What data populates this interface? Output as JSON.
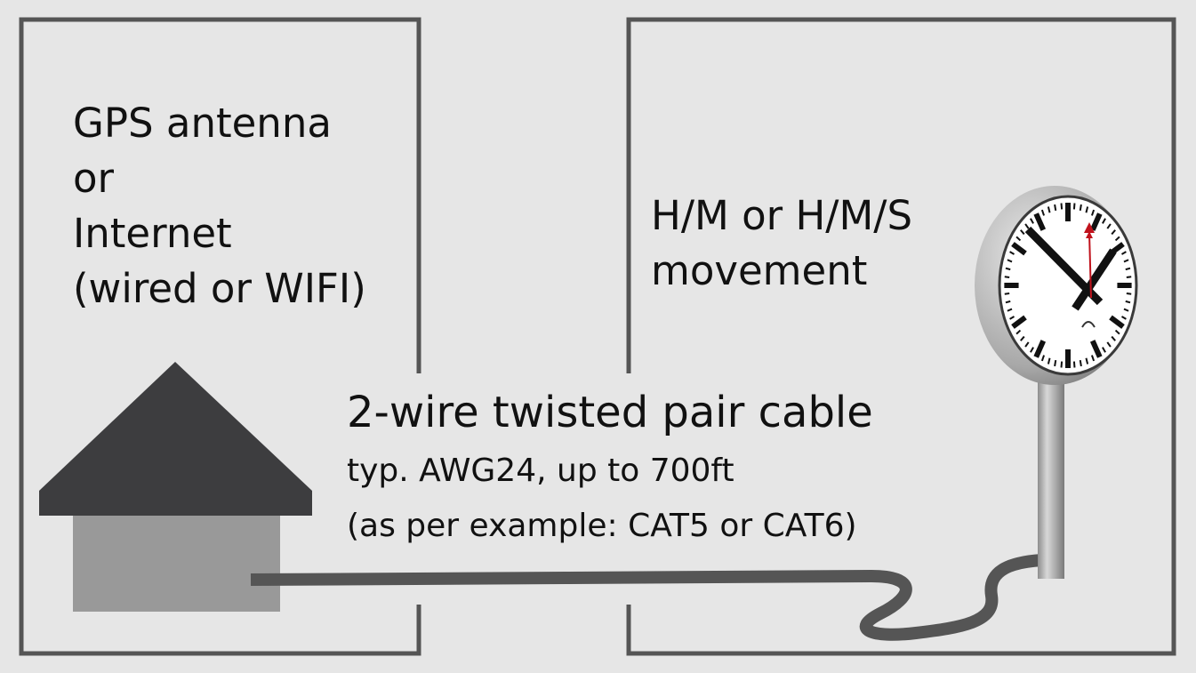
{
  "left_panel": {
    "lines": [
      "GPS antenna",
      "or",
      "Internet",
      "(wired or WIFI)"
    ]
  },
  "right_panel": {
    "lines": [
      "H/M or H/M/S",
      "movement"
    ]
  },
  "cable": {
    "title": "2-wire twisted pair cable",
    "spec": "typ. AWG24, up to 700ft",
    "example": "(as per example: CAT5 or CAT6)"
  },
  "colors": {
    "background": "#e6e6e6",
    "frame": "#555555",
    "roof": "#3d3d3f",
    "house_body": "#999999",
    "cable": "#555555",
    "second_hand": "#c0121c"
  },
  "icons": {
    "house": "house-icon",
    "clock": "station-clock-icon"
  }
}
